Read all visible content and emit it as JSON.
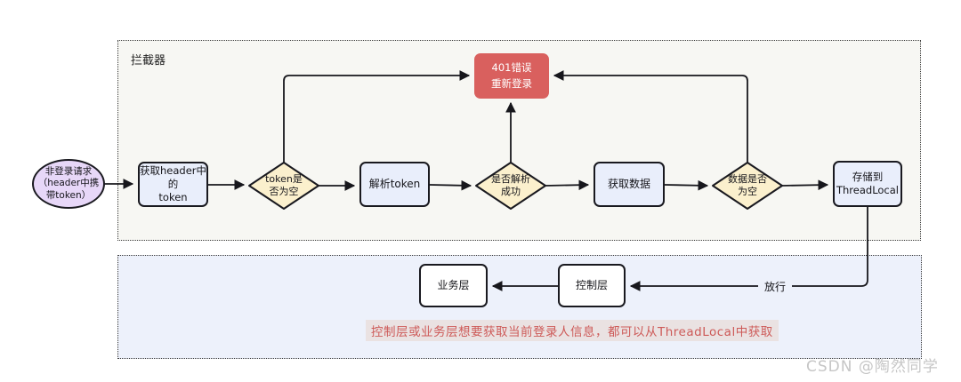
{
  "diagram": {
    "interceptor_label": "拦截器",
    "start_request": "非登录请求\n（header中携\n带token）",
    "get_header_token": "获取header中的\ntoken",
    "token_empty_check": "token是\n否为空",
    "parse_token": "解析token",
    "parse_success_check": "是否解析\n成功",
    "get_data": "获取数据",
    "data_empty_check": "数据是否\n为空",
    "store_threadlocal": "存储到\nThreadLocal",
    "error_401": "401错误\n重新登录",
    "business_layer": "业务层",
    "control_layer": "控制层",
    "pass_label": "放行",
    "note": "控制层或业务层想要获取当前登录人信息，都可以从ThreadLocal中获取",
    "watermark": "CSDN @陶然同学"
  },
  "colors": {
    "node_fill": "#e9eefb",
    "diamond_fill": "#fbf0cd",
    "ellipse_fill": "#e7d7f8",
    "error_fill": "#d9605e",
    "interceptor_bg": "#f7f7f3",
    "flow_bg": "#edf1fb",
    "note_color": "#cd5a58",
    "note_bg": "#eae2e2",
    "line_color": "#17171c",
    "border_color": "#19191f",
    "watermark_color": "#c6c6c6"
  }
}
